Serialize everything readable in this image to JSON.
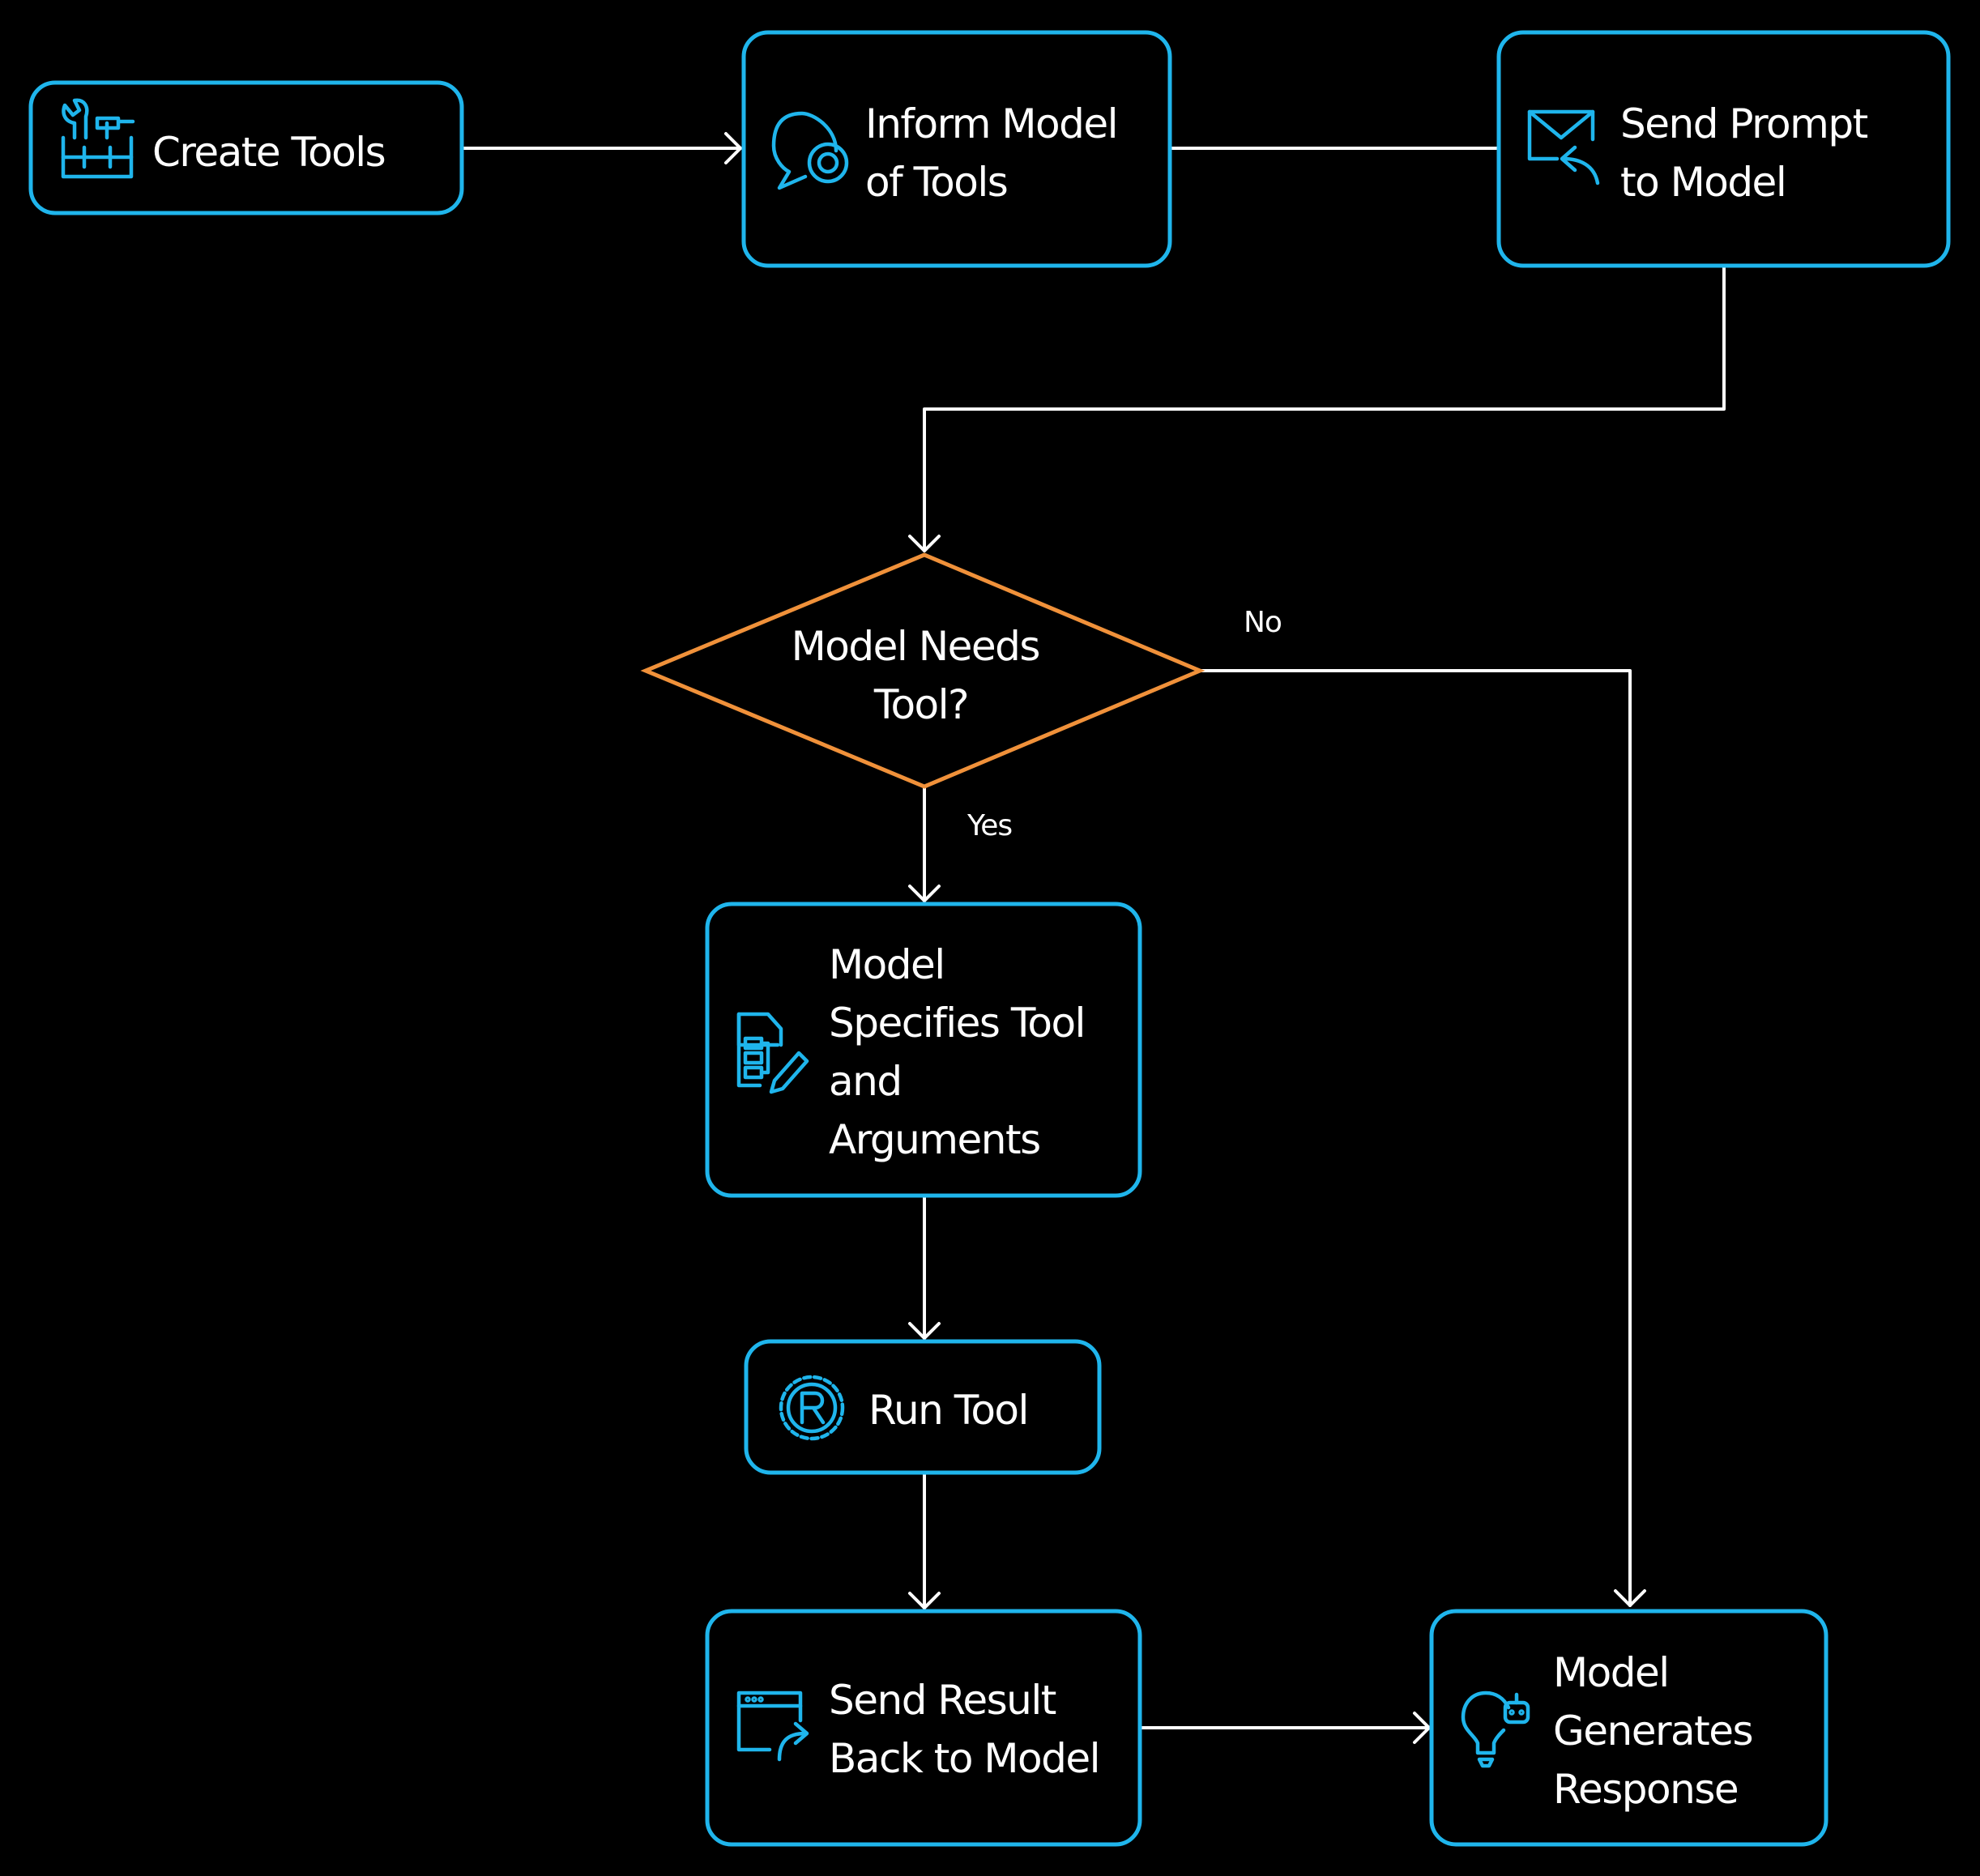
{
  "colors": {
    "background": "#000000",
    "node_border": "#1fb5ec",
    "decision_border": "#f0913a",
    "edge": "#ffffff",
    "text": "#ffffff",
    "icon": "#1fb5ec"
  },
  "nodes": {
    "create_tools": {
      "lines": [
        "Create Tools"
      ],
      "icon": "toolbox-icon"
    },
    "inform_model": {
      "lines": [
        "Inform Model",
        "of Tools"
      ],
      "icon": "chat-gear-icon"
    },
    "send_prompt": {
      "lines": [
        "Send Prompt",
        "to Model"
      ],
      "icon": "mail-reply-icon"
    },
    "decision": {
      "lines": [
        "Model Needs",
        "Tool?"
      ]
    },
    "specifies_tool": {
      "lines": [
        "Model",
        "Specifies Tool",
        "and",
        "Arguments"
      ],
      "icon": "document-edit-icon"
    },
    "run_tool": {
      "lines": [
        "Run Tool"
      ],
      "icon": "rust-gear-icon"
    },
    "send_result": {
      "lines": [
        "Send Result",
        "Back to Model"
      ],
      "icon": "window-forward-icon"
    },
    "generates_response": {
      "lines": [
        "Model",
        "Generates",
        "Response"
      ],
      "icon": "lightbulb-robot-icon"
    }
  },
  "edge_labels": {
    "no": "No",
    "yes": "Yes"
  }
}
